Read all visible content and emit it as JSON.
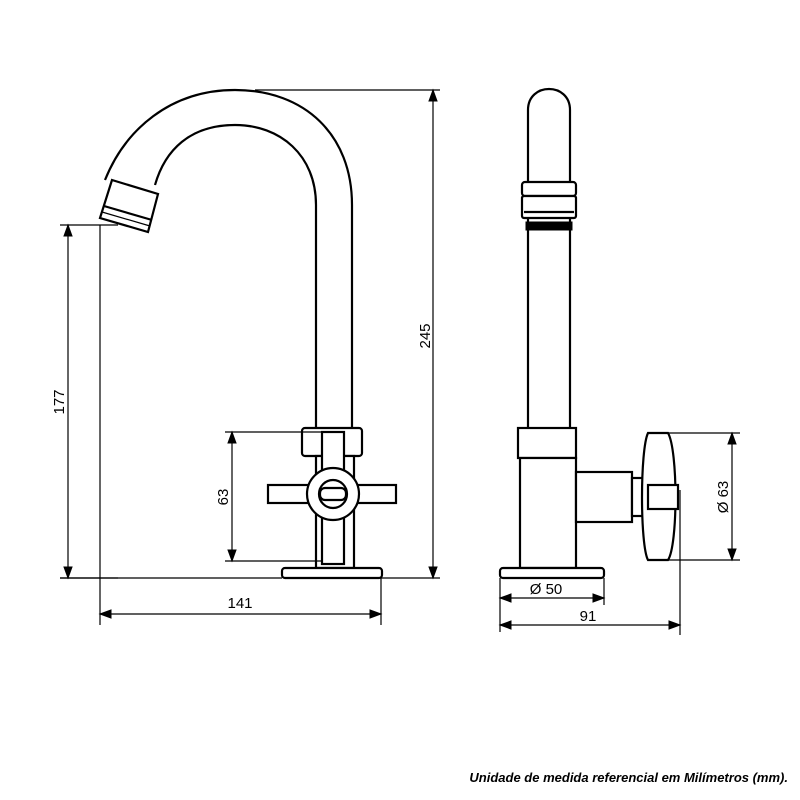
{
  "dimensions": {
    "spout_height": "177",
    "total_height": "245",
    "handle_height": "63",
    "reach": "141",
    "base_diameter": "Ø 50",
    "depth": "91",
    "handle_diameter": "Ø 63"
  },
  "footnote": "Unidade de medida referencial em Milímetros (mm)."
}
